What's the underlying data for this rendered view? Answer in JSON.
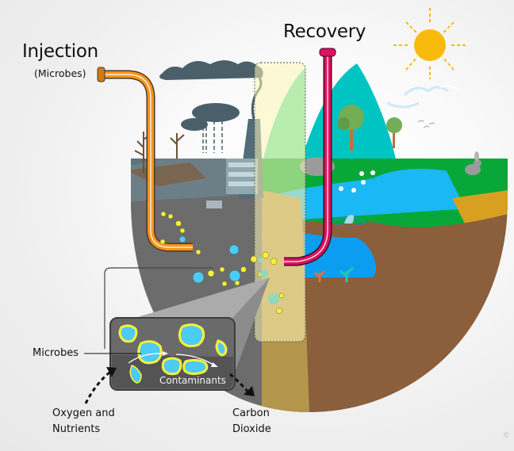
{
  "title": "Bioremediation diagram",
  "labels": {
    "injection": "Injection",
    "injection_sub": "(Microbes)",
    "recovery": "Recovery",
    "microbes": "Microbes",
    "contaminants": "Contaminants",
    "oxygen_line1": "Oxygen and",
    "oxygen_line2": "Nutrients",
    "carbon_line1": "Carbon",
    "carbon_line2": "Dioxide",
    "copyright": "©"
  },
  "colors": {
    "injection_pipe": "#f7941d",
    "recovery_pipe": "#e0115f",
    "sun": "#f9bb0b",
    "water": "#1ab8f5",
    "grass": "#08a838",
    "soil": "#8b5e3c",
    "microbe_fill": "#4dcbf5",
    "microbe_outline": "#f5f23a",
    "zone_highlight": "#fdf6b6"
  }
}
